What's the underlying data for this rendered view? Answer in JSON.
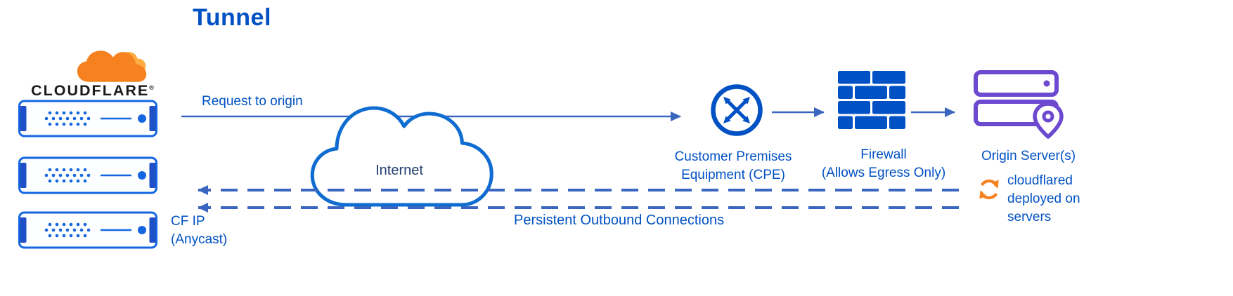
{
  "title": "Tunnel",
  "brand": {
    "wordmark": "CLOUDFLARE",
    "registered": "®"
  },
  "labels": {
    "request_to_origin": "Request to origin",
    "internet": "Internet",
    "cpe": "Customer Premises\nEquipment (CPE)",
    "firewall": "Firewall\n(Allows Egress Only)",
    "origin_servers": "Origin Server(s)",
    "cloudflared": "cloudflared\ndeployed on\nservers",
    "persistent_outbound": "Persistent Outbound Connections",
    "cf_ip": "CF IP\n(Anycast)"
  },
  "colors": {
    "cloudflare_blue": "#0051c3",
    "connector_blue": "#3a66c0",
    "cloud_outline_blue": "#0f6cd0",
    "internet_text_navy": "#233f6f",
    "cloudflare_orange": "#f6821f",
    "cloudflare_light_orange": "#fbad41",
    "origin_purple": "#6d49cf",
    "server_border_blue": "#1466e0",
    "server_cap_blue": "#2050c8",
    "wordmark_black": "#1b1b1b"
  },
  "icons": {
    "cloudflare_logo": "cloudflare-cloud-icon",
    "edge_server": "edge-server-icon",
    "internet_cloud": "internet-cloud-icon",
    "cpe": "cpe-router-icon",
    "firewall": "firewall-brick-icon",
    "origin": "origin-server-icon",
    "cloudflared_sync": "sync-arrows-icon"
  }
}
